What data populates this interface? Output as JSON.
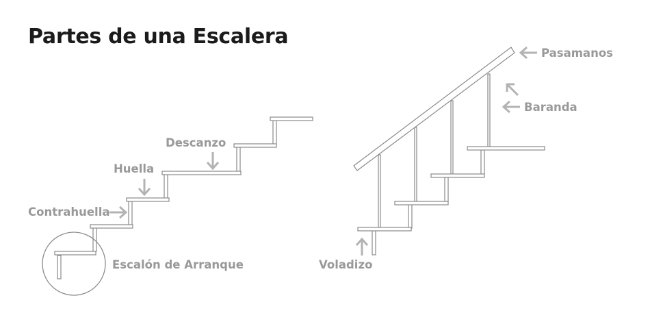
{
  "title": "Partes de una Escalera",
  "colors": {
    "title": "#1b1b1b",
    "label": "#999999",
    "arrow": "#b3b3b3",
    "line": "#8a8a8a"
  },
  "labels": {
    "descanzo": "Descanzo",
    "huella": "Huella",
    "contrahuella": "Contrahuella",
    "escalon_arranque": "Escalón de Arranque",
    "pasamanos": "Pasamanos",
    "baranda": "Baranda",
    "voladizo": "Voladizo"
  }
}
